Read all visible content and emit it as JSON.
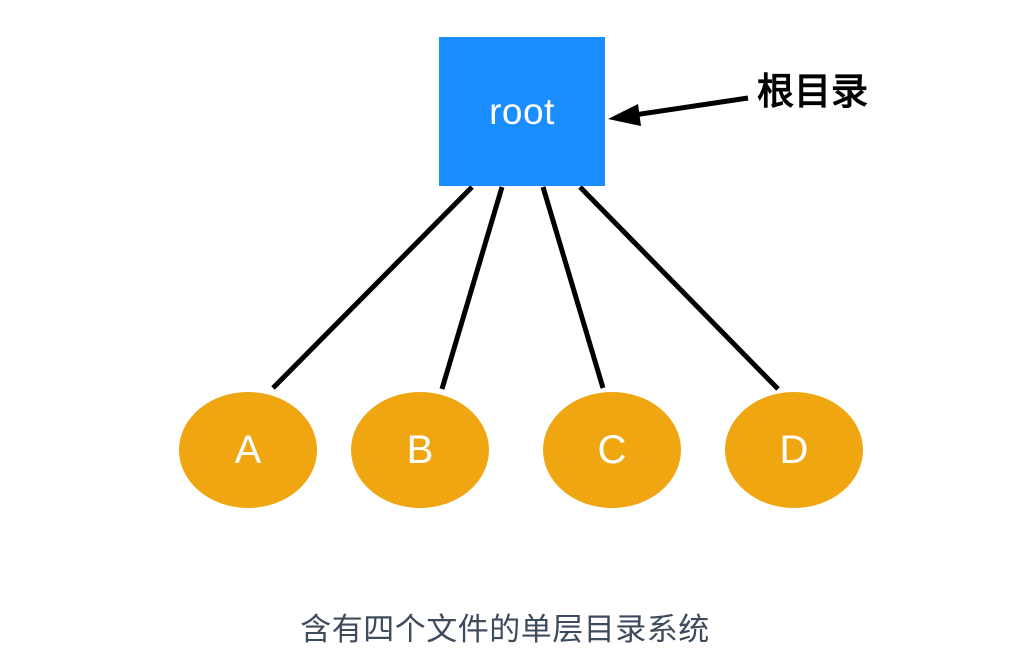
{
  "diagram": {
    "root": {
      "label": "root"
    },
    "files": [
      {
        "label": "A"
      },
      {
        "label": "B"
      },
      {
        "label": "C"
      },
      {
        "label": "D"
      }
    ],
    "annotation": {
      "label": "根目录"
    },
    "caption": "含有四个文件的单层目录系统",
    "colors": {
      "root_fill": "#1b8eff",
      "file_fill": "#efa611",
      "line": "#000000",
      "node_text": "#ffffff",
      "caption_text": "#3d4b5c",
      "background": "#ffffff"
    }
  }
}
